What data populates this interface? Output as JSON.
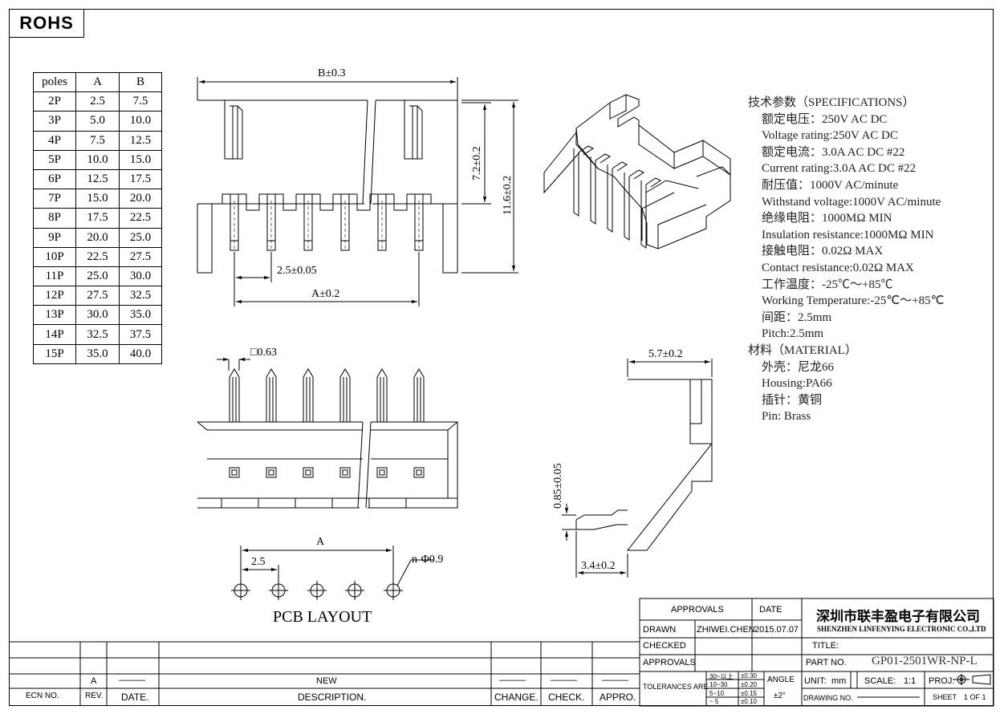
{
  "badge": "ROHS",
  "poles_table": {
    "headers": [
      "poles",
      "A",
      "B"
    ],
    "rows": [
      [
        "2P",
        "2.5",
        "7.5"
      ],
      [
        "3P",
        "5.0",
        "10.0"
      ],
      [
        "4P",
        "7.5",
        "12.5"
      ],
      [
        "5P",
        "10.0",
        "15.0"
      ],
      [
        "6P",
        "12.5",
        "17.5"
      ],
      [
        "7P",
        "15.0",
        "20.0"
      ],
      [
        "8P",
        "17.5",
        "22.5"
      ],
      [
        "9P",
        "20.0",
        "25.0"
      ],
      [
        "10P",
        "22.5",
        "27.5"
      ],
      [
        "11P",
        "25.0",
        "30.0"
      ],
      [
        "12P",
        "27.5",
        "32.5"
      ],
      [
        "13P",
        "30.0",
        "35.0"
      ],
      [
        "14P",
        "32.5",
        "37.5"
      ],
      [
        "15P",
        "35.0",
        "40.0"
      ]
    ]
  },
  "dimensions": {
    "b_total": "B±0.3",
    "height_72": "7.2±0.2",
    "height_116": "11.6±0.2",
    "pitch_dim": "2.5±0.05",
    "a_dim": "A±0.2",
    "pin_square": "□0.63",
    "side_width": "5.7±0.2",
    "lead_thick": "0.85±0.05",
    "lead_len": "3.4±0.2",
    "pcb_a": "A",
    "pcb_pitch": "2.5",
    "hole_dia": "n-Φ0.9",
    "pcb_title": "PCB LAYOUT"
  },
  "specs": {
    "heading": "技术参数（SPECIFICATIONS）",
    "lines": [
      "额定电压：250V AC DC",
      "Voltage rating:250V AC DC",
      "额定电流：3.0A AC DC #22",
      "Current rating:3.0A AC DC #22",
      "耐压值：1000V AC/minute",
      "Withstand voltage:1000V AC/minute",
      "绝缘电阻：1000MΩ MIN",
      "Insulation resistance:1000MΩ MIN",
      "接触电阻：0.02Ω MAX",
      "Contact resistance:0.02Ω MAX",
      "工作温度：-25℃～+85℃",
      "Working Temperature:-25℃～+85℃",
      "间距：2.5mm",
      "Pitch:2.5mm"
    ],
    "material_heading": "材料（MATERIAL）",
    "material_lines": [
      "外壳：尼龙66",
      "Housing:PA66",
      "插针：黄铜",
      "Pin: Brass"
    ]
  },
  "title_block": {
    "approvals_header": "APPROVALS",
    "date_header": "DATE",
    "drawn_label": "DRAWN",
    "drawn_name": "ZHIWEI.CHEN",
    "drawn_date": "2015.07.07",
    "checked_label": "CHECKED",
    "approvals_label": "APPROVALS",
    "company_cn": "深圳市联丰盈电子有限公司",
    "company_en": "SHENZHEN LINFENYING ELECTRONIC CO.,LTD",
    "title_label": "TITLE:",
    "part_label": "PART NO.",
    "part_no": "GP01-2501WR-NP-L",
    "tolerances_label": "TOLERANCES ARE",
    "tol_rows": [
      [
        "30~以上",
        "±0.30"
      ],
      [
        "10~30",
        "±0.20"
      ],
      [
        "5~10",
        "±0.15"
      ],
      [
        "~ 5",
        "±0.10"
      ]
    ],
    "angle_label": "ANGLE",
    "angle_value": "±2°",
    "unit_label": "UNIT:",
    "unit_value": "mm",
    "scale_label": "SCALE:",
    "scale_value": "1:1",
    "proj_label": "PROJ:",
    "drawing_no_label": "DRAWING NO.",
    "sheet_label": "SHEET",
    "sheet_value": "1 OF 1"
  },
  "revision_block": {
    "rev_value": "A",
    "date_value": "———",
    "description_value": "NEW",
    "change_value": "———",
    "check_value": "———",
    "appro_value": "———",
    "headers": [
      "ECN NO.",
      "REV.",
      "DATE.",
      "DESCRIPTION.",
      "CHANGE.",
      "CHECK.",
      "APPRO."
    ]
  }
}
